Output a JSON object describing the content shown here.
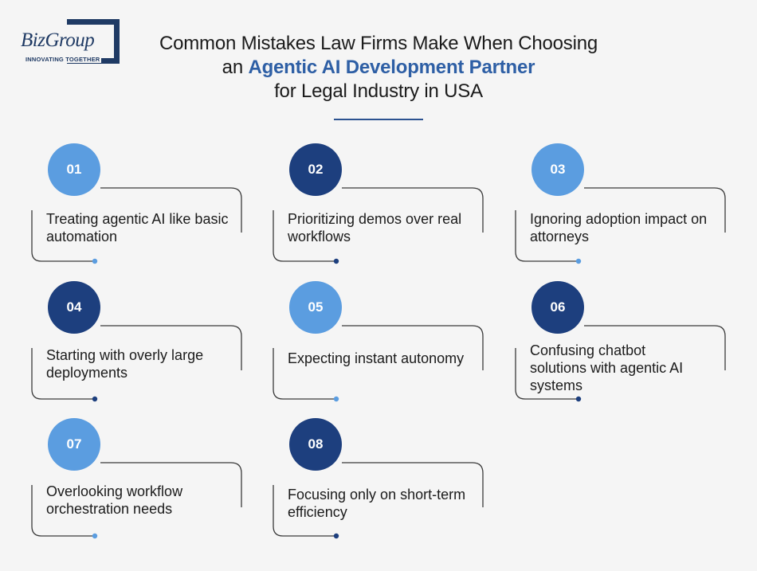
{
  "brand": {
    "logo_text": "BizGroup",
    "tagline": "INNOVATING TOGETHER"
  },
  "title": {
    "line1": "Common Mistakes Law Firms Make When Choosing",
    "line2_prefix": "an",
    "line2_highlight": "Agentic AI Development Partner",
    "line3": "for Legal Industry in USA"
  },
  "colors": {
    "light_blue": "#5b9de0",
    "dark_blue": "#1d3f7e",
    "highlight": "#2e5fa5"
  },
  "items": [
    {
      "number": "01",
      "text": "Treating agentic AI like basic automation",
      "tone": "light"
    },
    {
      "number": "02",
      "text": "Prioritizing demos over real workflows",
      "tone": "dark"
    },
    {
      "number": "03",
      "text": "Ignoring adoption impact on attorneys",
      "tone": "light"
    },
    {
      "number": "04",
      "text": "Starting with overly large deployments",
      "tone": "dark"
    },
    {
      "number": "05",
      "text": "Expecting instant autonomy",
      "tone": "light"
    },
    {
      "number": "06",
      "text": "Confusing chatbot solutions with agentic AI systems",
      "tone": "dark"
    },
    {
      "number": "07",
      "text": "Overlooking workflow orchestration needs",
      "tone": "light"
    },
    {
      "number": "08",
      "text": "Focusing only on short-term efficiency",
      "tone": "dark"
    }
  ]
}
